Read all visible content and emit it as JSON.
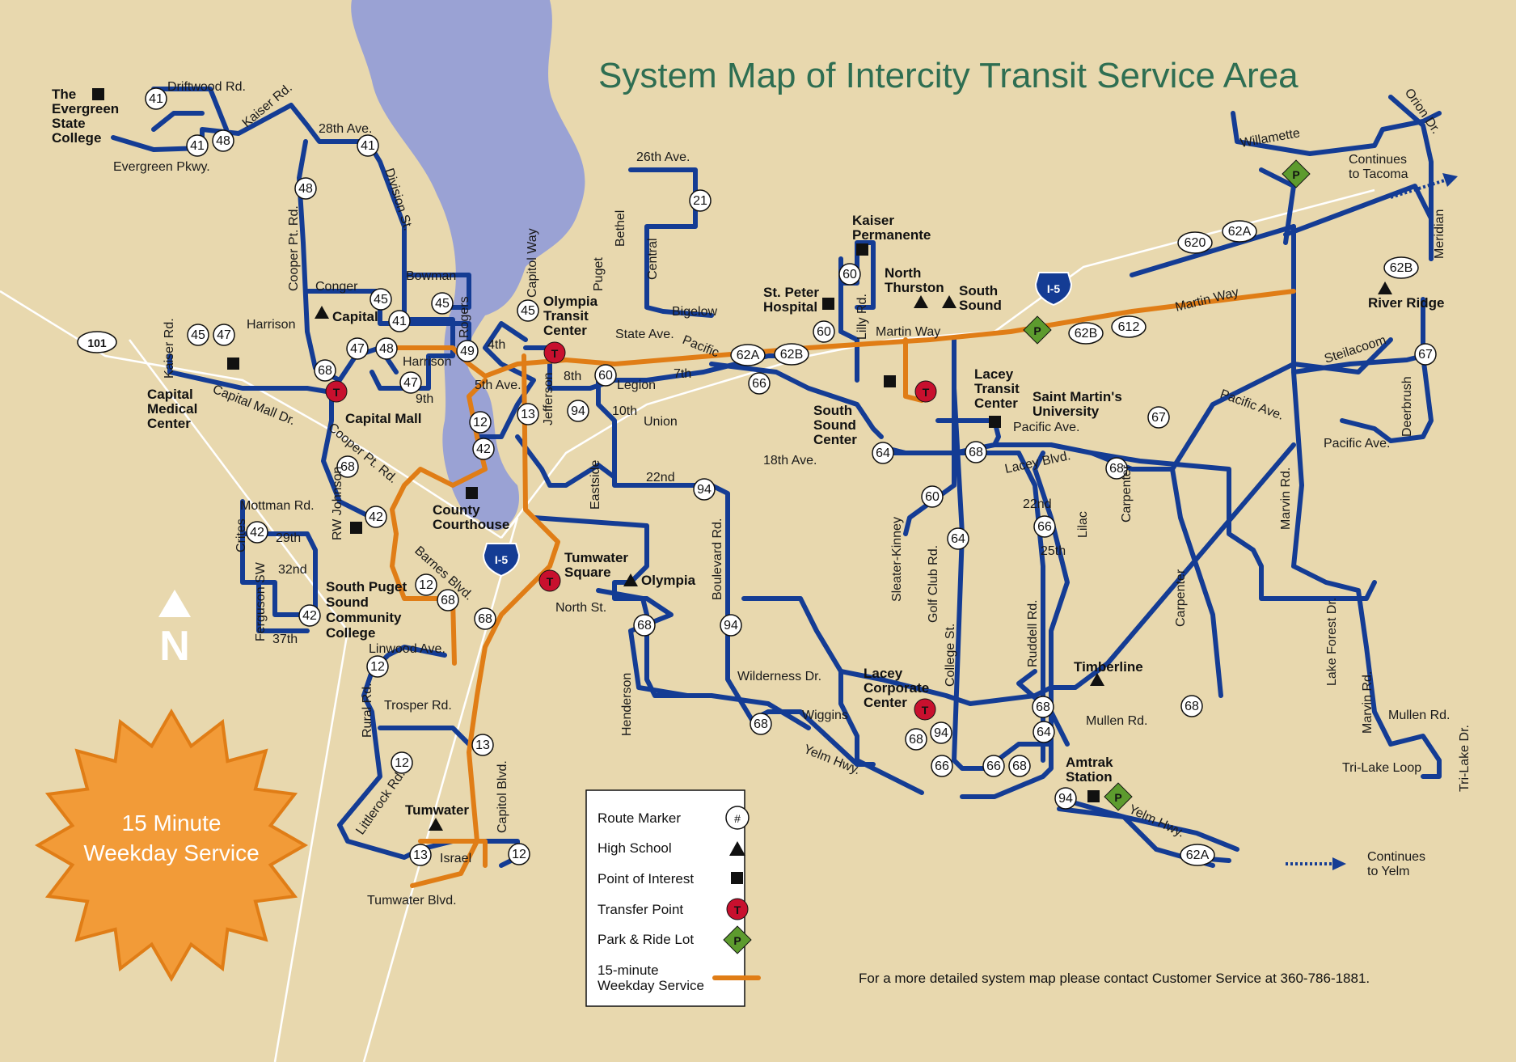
{
  "title": "System Map of Intercity Transit Service Area",
  "footer_note": "For a more detailed system map please contact Customer Service at 360-786-1881.",
  "colors": {
    "background": "#e8d8ae",
    "water": "#9aa2d4",
    "route": "#143c94",
    "fifteen_minute": "#e07d16",
    "transfer": "#c8102e",
    "park_ride": "#5d9b2e",
    "title": "#2e6e52",
    "burst": "#f29b38"
  },
  "burst": {
    "line1": "15 Minute",
    "line2": "Weekday Service"
  },
  "north_label": "N",
  "highways": {
    "i5": "I-5",
    "us101": "101"
  },
  "legend": {
    "route_marker": "Route Marker",
    "route_marker_symbol": "#",
    "high_school": "High School",
    "point_of_interest": "Point of Interest",
    "transfer_point": "Transfer Point",
    "transfer_symbol": "T",
    "park_ride": "Park & Ride Lot",
    "park_ride_symbol": "P",
    "fifteen_minute_line1": "15-minute",
    "fifteen_minute_line2": "Weekday Service"
  },
  "places": {
    "evergreen": [
      "The",
      "Evergreen",
      "State",
      "College"
    ],
    "capital_medical": [
      "Capital",
      "Medical",
      "Center"
    ],
    "capital": "Capital",
    "capital_mall": "Capital Mall",
    "olympia_tc": [
      "Olympia",
      "Transit",
      "Center"
    ],
    "county_courthouse": [
      "County",
      "Courthouse"
    ],
    "spscc": [
      "South Puget",
      "Sound",
      "Community",
      "College"
    ],
    "tumwater_square": [
      "Tumwater",
      "Square"
    ],
    "olympia_hs": "Olympia",
    "tumwater_hs": "Tumwater",
    "kaiser": [
      "Kaiser",
      "Permanente"
    ],
    "st_peter": [
      "St. Peter",
      "Hospital"
    ],
    "north_thurston": [
      "North",
      "Thurston"
    ],
    "south_sound_hs": [
      "South",
      "Sound"
    ],
    "south_sound_center": [
      "South",
      "Sound",
      "Center"
    ],
    "lacey_tc": [
      "Lacey",
      "Transit",
      "Center"
    ],
    "saint_martins": [
      "Saint Martin's",
      "University"
    ],
    "lacey_corporate": [
      "Lacey",
      "Corporate",
      "Center"
    ],
    "timberline": "Timberline",
    "amtrak": [
      "Amtrak",
      "Station"
    ],
    "river_ridge": "River Ridge",
    "continues_tacoma": [
      "Continues",
      "to Tacoma"
    ],
    "continues_yelm": [
      "Continues",
      "to Yelm"
    ]
  },
  "streets": {
    "driftwood": "Driftwood Rd.",
    "kaiser_nw": "Kaiser Rd.",
    "evergreen_pkwy": "Evergreen Pkwy.",
    "ave28": "28th Ave.",
    "division": "Division St.",
    "cooper_pt": "Cooper Pt. Rd.",
    "conger": "Conger",
    "bowman": "Bowman",
    "harrison_w": "Harrison",
    "harrison_e": "Harrison",
    "rogers": "Rogers",
    "kaiser_w": "Kaiser Rd.",
    "capital_mall_dr": "Capital Mall Dr.",
    "ninth": "9th",
    "fourth": "4th",
    "fifth": "5th Ave.",
    "capitol_way": "Capitol Way",
    "jefferson": "Jefferson",
    "cooper_pt_lower": "Cooper Pt. Rd.",
    "johnson": "RW Johnson",
    "mottman": "Mottman Rd.",
    "crites": "Crites",
    "twentyninth": "29th",
    "thirtysecond": "32nd",
    "ferguson": "Ferguson SW",
    "thirtyseventh": "37th",
    "barnes": "Barnes Blvd.",
    "linwood": "Linwood Ave.",
    "rural": "Rural Rd.",
    "trosper": "Trosper Rd.",
    "littlerock": "Littlerock Rd.",
    "capitol_blvd": "Capitol Blvd.",
    "israel": "Israel",
    "tumwater_blvd": "Tumwater Blvd.",
    "north_st": "North St.",
    "henderson": "Henderson",
    "bethel": "Bethel",
    "puget": "Puget",
    "ave26": "26th Ave.",
    "central": "Central",
    "bigelow": "Bigelow",
    "state": "State Ave.",
    "pacific_w": "Pacific",
    "eighth": "8th",
    "seventh": "7th",
    "legion": "Legion",
    "tenth": "10th",
    "union": "Union",
    "eastside": "Eastside",
    "twentysecond": "22nd",
    "boulevard": "Boulevard Rd.",
    "wilderness": "Wilderness Dr.",
    "wiggins": "Wiggins",
    "yelm_w": "Yelm Hwy.",
    "ave18": "18th Ave.",
    "lilly": "Lilly Rd.",
    "martin_w": "Martin Way",
    "sleater": "Sleater-Kinney",
    "golf_club": "Golf Club Rd.",
    "college": "College St.",
    "pacific_mid": "Pacific Ave.",
    "lacey_blvd": "Lacey Blvd.",
    "twentysecond_e": "22nd",
    "twentyfifth": "25th",
    "lilac": "Lilac",
    "carpenter_n": "Carpenter",
    "carpenter_s": "Carpenter",
    "ruddell": "Ruddell Rd.",
    "mullen_w": "Mullen Rd.",
    "yelm_e": "Yelm Hwy.",
    "martin_e": "Martin Way",
    "willamette": "Willamette",
    "orion": "Orion Dr.",
    "meridian": "Meridian",
    "steilacoom": "Steilacoom",
    "pacific_e": "Pacific Ave.",
    "pacific_e2": "Pacific Ave.",
    "deerbrush": "Deerbrush",
    "marvin_n": "Marvin Rd.",
    "lake_forest": "Lake Forest Dr.",
    "marvin_s": "Marvin Rd.",
    "mullen_e": "Mullen Rd.",
    "trilake_dr": "Tri-Lake Dr.",
    "trilake_loop": "Tri-Lake Loop"
  },
  "route_markers": [
    {
      "id": "m1",
      "label": "41"
    },
    {
      "id": "m2",
      "label": "41"
    },
    {
      "id": "m3",
      "label": "48"
    },
    {
      "id": "m4",
      "label": "41"
    },
    {
      "id": "m5",
      "label": "48"
    },
    {
      "id": "m6",
      "label": "45"
    },
    {
      "id": "m7",
      "label": "41"
    },
    {
      "id": "m8",
      "label": "45"
    },
    {
      "id": "m9",
      "label": "45"
    },
    {
      "id": "m10",
      "label": "47"
    },
    {
      "id": "m11",
      "label": "47"
    },
    {
      "id": "m12",
      "label": "48"
    },
    {
      "id": "m13",
      "label": "49"
    },
    {
      "id": "m14",
      "label": "47"
    },
    {
      "id": "m15",
      "label": "68"
    },
    {
      "id": "m16",
      "label": "12"
    },
    {
      "id": "m17",
      "label": "42"
    },
    {
      "id": "m18",
      "label": "45"
    },
    {
      "id": "m19",
      "label": "13"
    },
    {
      "id": "m20",
      "label": "94"
    },
    {
      "id": "m21",
      "label": "60"
    },
    {
      "id": "m22",
      "label": "21"
    },
    {
      "id": "m23",
      "label": "68"
    },
    {
      "id": "m24",
      "label": "42"
    },
    {
      "id": "m25",
      "label": "42"
    },
    {
      "id": "m26",
      "label": "42"
    },
    {
      "id": "m27",
      "label": "12"
    },
    {
      "id": "m28",
      "label": "68"
    },
    {
      "id": "m29",
      "label": "68"
    },
    {
      "id": "m30",
      "label": "12"
    },
    {
      "id": "m31",
      "label": "12"
    },
    {
      "id": "m32",
      "label": "13"
    },
    {
      "id": "m33",
      "label": "13"
    },
    {
      "id": "m34",
      "label": "12"
    },
    {
      "id": "m35",
      "label": "68"
    },
    {
      "id": "m36",
      "label": "94"
    },
    {
      "id": "m37",
      "label": "94"
    },
    {
      "id": "m38",
      "label": "68"
    },
    {
      "id": "m39",
      "label": "62A"
    },
    {
      "id": "m40",
      "label": "62B"
    },
    {
      "id": "m41",
      "label": "66"
    },
    {
      "id": "m42",
      "label": "60"
    },
    {
      "id": "m43",
      "label": "60"
    },
    {
      "id": "m44",
      "label": "64"
    },
    {
      "id": "m45",
      "label": "60"
    },
    {
      "id": "m46",
      "label": "64"
    },
    {
      "id": "m47",
      "label": "68"
    },
    {
      "id": "m48",
      "label": "94"
    },
    {
      "id": "m49",
      "label": "66"
    },
    {
      "id": "m50",
      "label": "66"
    },
    {
      "id": "m51",
      "label": "68"
    },
    {
      "id": "m52",
      "label": "68"
    },
    {
      "id": "m53",
      "label": "66"
    },
    {
      "id": "m54",
      "label": "68"
    },
    {
      "id": "m55",
      "label": "68"
    },
    {
      "id": "m56",
      "label": "68"
    },
    {
      "id": "m57",
      "label": "64"
    },
    {
      "id": "m58",
      "label": "94"
    },
    {
      "id": "m59",
      "label": "62A"
    },
    {
      "id": "m60",
      "label": "62B"
    },
    {
      "id": "m61",
      "label": "612"
    },
    {
      "id": "m62",
      "label": "620"
    },
    {
      "id": "m63",
      "label": "62A"
    },
    {
      "id": "m64",
      "label": "62B"
    },
    {
      "id": "m65",
      "label": "67"
    },
    {
      "id": "m66",
      "label": "67"
    }
  ]
}
